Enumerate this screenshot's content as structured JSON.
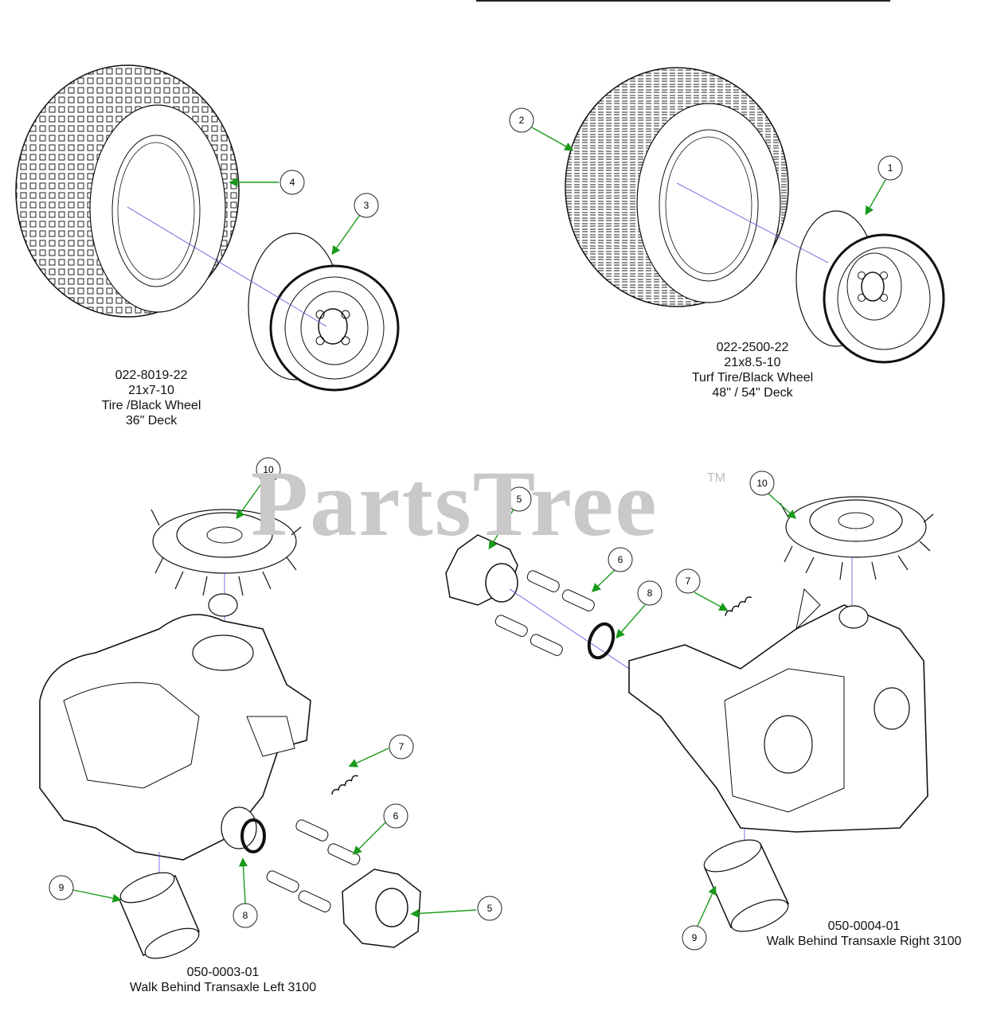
{
  "watermark": {
    "text": "PartsTree",
    "tm": "TM"
  },
  "callouts": [
    "1",
    "2",
    "3",
    "4",
    "5",
    "6",
    "7",
    "8",
    "9",
    "10"
  ],
  "assemblies": {
    "wheel_36": {
      "part_number": "022-8019-22",
      "size": "21x7-10",
      "desc": "Tire /Black Wheel",
      "deck": "36\" Deck"
    },
    "wheel_48_54": {
      "part_number": "022-2500-22",
      "size": "21x8.5-10",
      "desc": "Turf Tire/Black Wheel",
      "deck": "48\" / 54\" Deck"
    },
    "transaxle_left": {
      "part_number": "050-0003-01",
      "desc": "Walk Behind Transaxle Left 3100"
    },
    "transaxle_right": {
      "part_number": "050-0004-01",
      "desc": "Walk Behind Transaxle Right 3100"
    }
  },
  "colors": {
    "leader": "#1a9a1a",
    "axis": "#5555dd",
    "line": "#111111",
    "watermark": "#c9c9c9"
  }
}
